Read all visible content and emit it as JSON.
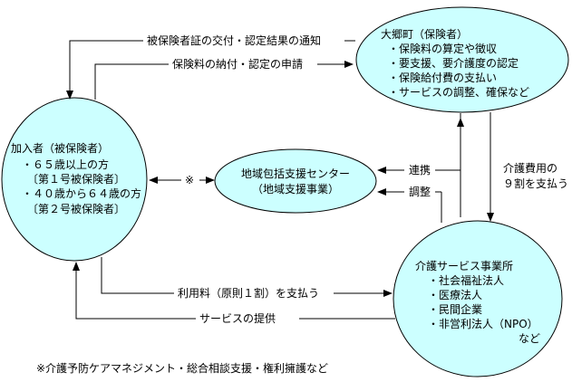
{
  "nodes": {
    "insurer": {
      "title": "大郷町（保険者）",
      "items": [
        "・保険料の算定や徴収",
        "・要支援、要介護度の認定",
        "・保険給付費の支払い",
        "・サービスの調整、確保など"
      ]
    },
    "insured": {
      "title": "加入者（被保険者）",
      "lines": [
        "・６５歳以上の方",
        "〔第１号被保険者〕",
        "・４０歳から６４歳の方",
        "〔第２号被保険者〕"
      ]
    },
    "center": {
      "line1": "地域包括支援センター",
      "line2": "（地域支援事業）"
    },
    "provider": {
      "title": "介護サービス事業所",
      "items": [
        "・社会福祉法人",
        "・医療法人",
        "・民間企業",
        "・非営利法人（NPO）"
      ],
      "footer": "など"
    }
  },
  "edges": {
    "certificate": "被保険者証の交付・認定結果の通知",
    "payment": "保険料の納付・認定の申請",
    "star": "※",
    "cooperation": "連携",
    "adjustment": "調整",
    "care_cost_line1": "介護費用の",
    "care_cost_line2": "９割を支払う",
    "usage_fee": "利用料（原則１割）を支払う",
    "service": "サービスの提供"
  },
  "footnote": "※介護予防ケアマネジメント・総合相談支援・権利擁護など",
  "colors": {
    "node_fill": "#ccffff",
    "stroke": "#000000"
  }
}
